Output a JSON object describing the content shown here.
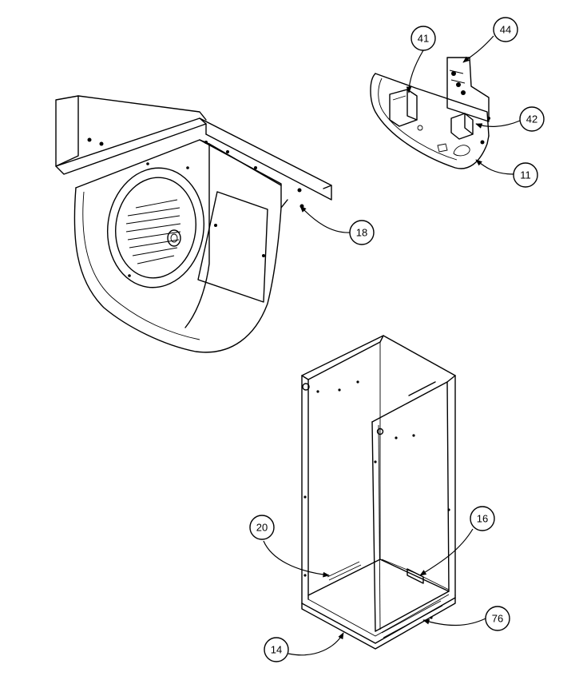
{
  "callouts": {
    "c41": "41",
    "c44": "44",
    "c42": "42",
    "c11": "11",
    "c18": "18",
    "c20": "20",
    "c16": "16",
    "c76": "76",
    "c14": "14"
  }
}
